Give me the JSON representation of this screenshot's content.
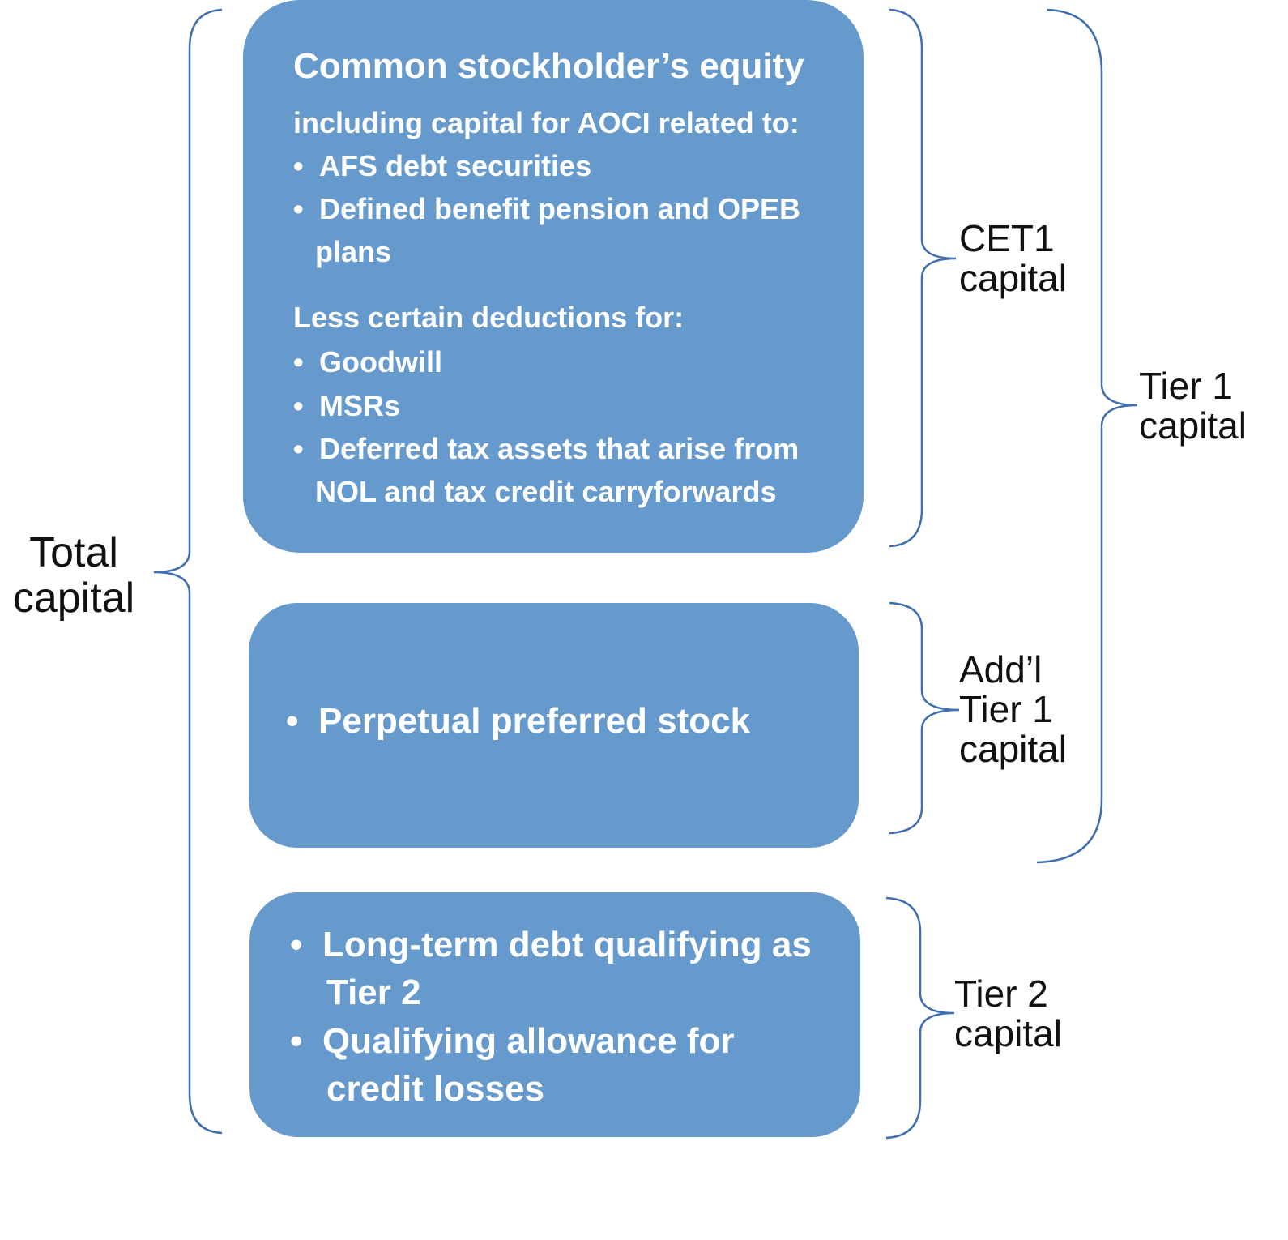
{
  "labels": {
    "total": [
      "Total",
      "capital"
    ],
    "cet1": [
      "CET1",
      "capital"
    ],
    "addl_tier1": [
      "Add’l",
      "Tier 1",
      "capital"
    ],
    "tier1": [
      "Tier 1",
      "capital"
    ],
    "tier2": [
      "Tier 2",
      "capital"
    ]
  },
  "cet1_box": {
    "heading": "Common stockholder’s equity",
    "subheading": "including capital for AOCI related to:",
    "aoci_items": [
      [
        "AFS debt securities"
      ],
      [
        "Defined benefit pension and OPEB",
        "plans"
      ]
    ],
    "deductions_heading": "Less certain deductions for:",
    "deduction_items": [
      [
        "Goodwill"
      ],
      [
        "MSRs"
      ],
      [
        "Deferred tax assets that arise from",
        "NOL and tax credit carryforwards"
      ]
    ]
  },
  "addl_tier1_box": {
    "items": [
      [
        "Perpetual preferred stock"
      ]
    ]
  },
  "tier2_box": {
    "items": [
      [
        "Long-term debt qualifying as",
        "Tier 2"
      ],
      [
        "Qualifying allowance for",
        "credit losses"
      ]
    ]
  },
  "colors": {
    "box_fill": "#6699cc",
    "brace_stroke": "#3f6fb0",
    "box_text": "#ffffff",
    "label_text": "#111111"
  }
}
